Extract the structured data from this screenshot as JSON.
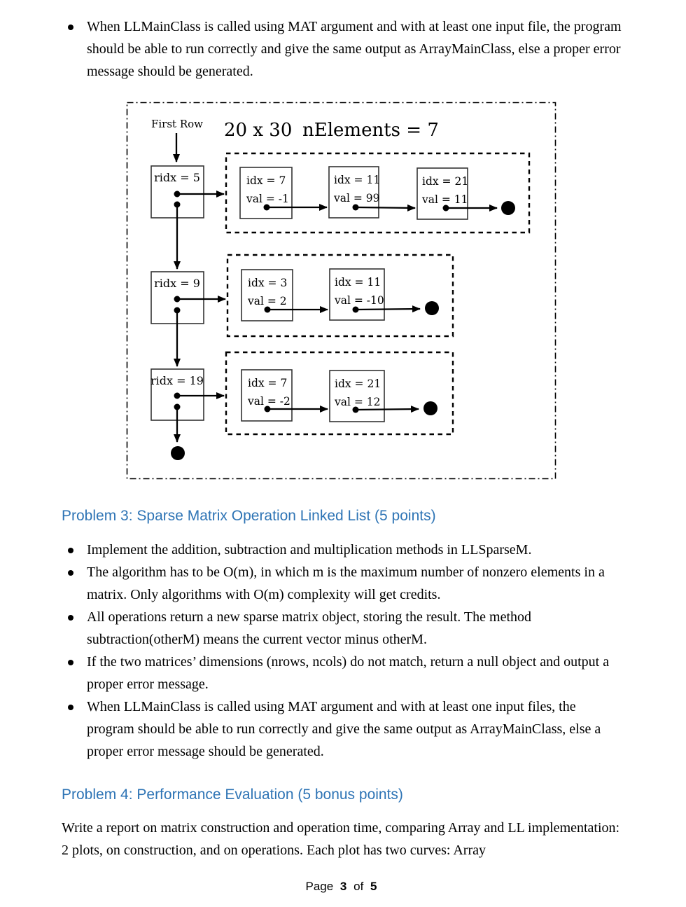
{
  "colors": {
    "heading_blue": "#2E74B5",
    "text": "#000000"
  },
  "intro": {
    "bullets": [
      "When LLMainClass is called using MAT argument and with at least one input file, the program should be able to run correctly and give the same output as ArrayMainClass, else a proper error message should be generated."
    ]
  },
  "diagram": {
    "size_label": "20 x 30",
    "nelements_label": "nElements = 7",
    "first_row_label": "First Row",
    "rows": [
      {
        "header": "ridx = 5",
        "nodes": [
          {
            "idx": "idx = 7",
            "val": "val = -1"
          },
          {
            "idx": "idx = 11",
            "val": "val = 99"
          },
          {
            "idx": "idx = 21",
            "val": "val = 11"
          }
        ]
      },
      {
        "header": "ridx = 9",
        "nodes": [
          {
            "idx": "idx = 3",
            "val": "val = 2"
          },
          {
            "idx": "idx = 11",
            "val": "val = -10"
          }
        ]
      },
      {
        "header": "ridx = 19",
        "nodes": [
          {
            "idx": "idx = 7",
            "val": "val = -2"
          },
          {
            "idx": "idx = 21",
            "val": "val = 12"
          }
        ]
      }
    ]
  },
  "problem3": {
    "heading": "Problem 3: Sparse Matrix Operation Linked List (5 points)",
    "bullets": [
      "Implement the addition, subtraction and multiplication methods in LLSparseM.",
      "The algorithm has to be O(m), in which m is the maximum number of nonzero elements in a matrix. Only algorithms with O(m) complexity will get credits.",
      "All operations return a new sparse matrix object, storing the result. The method subtraction(otherM) means the current vector minus otherM.",
      "If the two matrices’ dimensions (nrows, ncols) do not match, return a null object and output a proper error message.",
      "When LLMainClass is called using MAT argument and with at least one input files, the program should be able to run correctly and give the same output as ArrayMainClass, else a proper error message should be generated."
    ]
  },
  "problem4": {
    "heading": "Problem 4: Performance Evaluation (5 bonus points)",
    "body": "Write a report on matrix construction and operation time, comparing Array and LL implementation: 2 plots, on construction, and on operations. Each plot has two curves: Array"
  },
  "footer": {
    "page_label": "Page",
    "page_number": "3",
    "of_label": "of",
    "total_pages": "5"
  }
}
